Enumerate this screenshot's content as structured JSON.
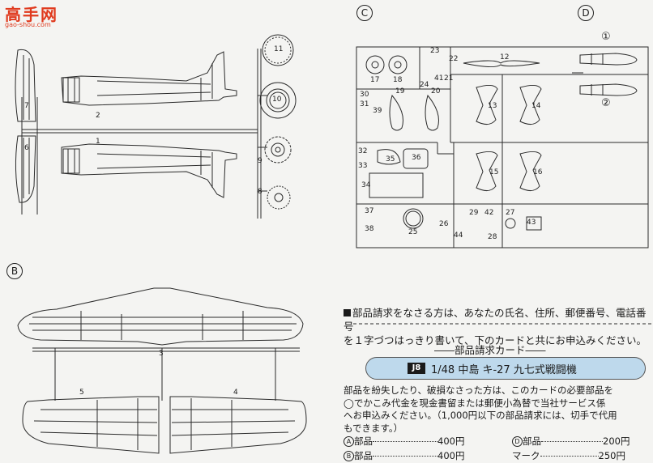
{
  "watermark": {
    "main": "高手网",
    "sub": "gao-shou.com"
  },
  "sections": {
    "b": "B",
    "c": "C",
    "d": "D"
  },
  "sprue_a": {
    "part_numbers": [
      "11",
      "2",
      "10",
      "7",
      "1",
      "6",
      "9",
      "8"
    ]
  },
  "sprue_b": {
    "part_numbers": [
      "3",
      "5",
      "4"
    ]
  },
  "sprue_c": {
    "part_numbers": [
      "23",
      "22",
      "12",
      "17",
      "18",
      "24",
      "41",
      "21",
      "19",
      "20",
      "13",
      "14",
      "30",
      "31",
      "39",
      "32",
      "33",
      "35",
      "36",
      "34",
      "15",
      "16",
      "37",
      "26",
      "29",
      "42",
      "27",
      "38",
      "25",
      "44",
      "28",
      "43"
    ]
  },
  "sprue_d": {
    "part_numbers": [
      "①",
      "②"
    ]
  },
  "notice": {
    "line1": "部品請求をなさる方は、あなたの氏名、住所、郵便番号、電話番号",
    "line2": "を１字づつはっきり書いて、下のカードと共にお申込みください。"
  },
  "card": {
    "title": "――部品請求カード――",
    "code": "J8",
    "heading": "1/48 中島 キ-27 九七式戦闘機",
    "desc1": "部品を紛失したり、破損なさった方は、このカードの必要部品を",
    "desc2": "◯でかこみ代金を現金書留または郵便小為替で当社サービス係",
    "desc3": "へお申込みください。（1,000円以下の部品請求には、切手で代用",
    "desc4": "もできます。）"
  },
  "prices": [
    {
      "label": "A",
      "name": "部品",
      "value": "400円"
    },
    {
      "label": "B",
      "name": "部品",
      "value": "400円"
    },
    {
      "label": "D",
      "name": "部品",
      "value": "200円"
    },
    {
      "label": "",
      "name": "マーク",
      "value": "250円"
    }
  ]
}
